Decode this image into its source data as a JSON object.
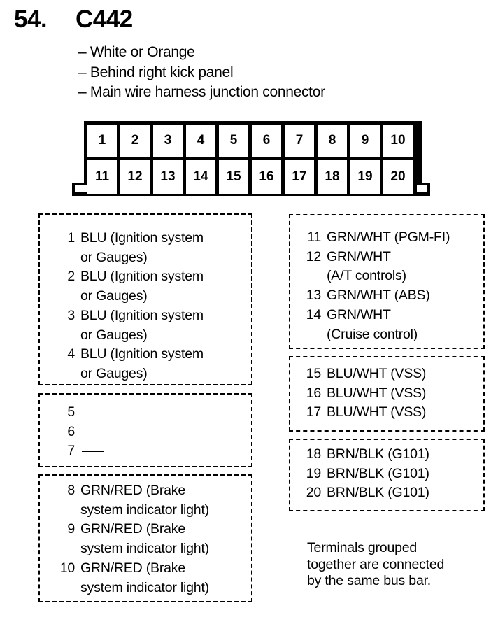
{
  "header": {
    "number": "54.",
    "connector_id": "C442"
  },
  "notes": [
    "– White or Orange",
    "– Behind right kick panel",
    "– Main wire harness junction connector"
  ],
  "connector": {
    "top_row": [
      "1",
      "2",
      "3",
      "4",
      "5",
      "6",
      "7",
      "8",
      "9",
      "10"
    ],
    "bottom_row": [
      "11",
      "12",
      "13",
      "14",
      "15",
      "16",
      "17",
      "18",
      "19",
      "20"
    ]
  },
  "groups": {
    "left": [
      {
        "entries": [
          {
            "pin": "1",
            "lines": [
              "BLU (Ignition system",
              "or Gauges)"
            ]
          },
          {
            "pin": "2",
            "lines": [
              "BLU (Ignition system",
              "or Gauges)"
            ]
          },
          {
            "pin": "3",
            "lines": [
              "BLU (Ignition system",
              "or Gauges)"
            ]
          },
          {
            "pin": "4",
            "lines": [
              "BLU (Ignition system",
              "or Gauges)"
            ]
          }
        ]
      },
      {
        "entries": [
          {
            "pin": "5",
            "lines": [
              ""
            ]
          },
          {
            "pin": "6",
            "lines": [
              ""
            ]
          },
          {
            "pin": "7",
            "lines": [
              "—"
            ]
          }
        ]
      },
      {
        "entries": [
          {
            "pin": "8",
            "lines": [
              "GRN/RED (Brake",
              "system indicator light)"
            ]
          },
          {
            "pin": "9",
            "lines": [
              "GRN/RED (Brake",
              "system indicator light)"
            ]
          },
          {
            "pin": "10",
            "lines": [
              "GRN/RED (Brake",
              "system indicator light)"
            ]
          }
        ]
      }
    ],
    "right": [
      {
        "entries": [
          {
            "pin": "11",
            "lines": [
              "GRN/WHT (PGM-FI)"
            ]
          },
          {
            "pin": "12",
            "lines": [
              "GRN/WHT",
              "(A/T controls)"
            ]
          },
          {
            "pin": "13",
            "lines": [
              "GRN/WHT (ABS)"
            ]
          },
          {
            "pin": "14",
            "lines": [
              "GRN/WHT",
              "(Cruise control)"
            ]
          }
        ]
      },
      {
        "entries": [
          {
            "pin": "15",
            "lines": [
              "BLU/WHT (VSS)"
            ]
          },
          {
            "pin": "16",
            "lines": [
              "BLU/WHT (VSS)"
            ]
          },
          {
            "pin": "17",
            "lines": [
              "BLU/WHT (VSS)"
            ]
          }
        ]
      },
      {
        "entries": [
          {
            "pin": "18",
            "lines": [
              "BRN/BLK (G101)"
            ]
          },
          {
            "pin": "19",
            "lines": [
              "BRN/BLK (G101)"
            ]
          },
          {
            "pin": "20",
            "lines": [
              "BRN/BLK (G101)"
            ]
          }
        ]
      }
    ]
  },
  "footnote": [
    "Terminals grouped",
    "together are connected",
    "by the same bus bar."
  ]
}
